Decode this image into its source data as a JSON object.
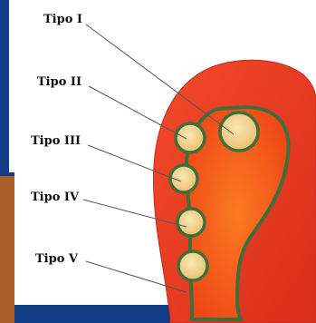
{
  "colors": {
    "frame_blue": "#133c86",
    "page_white": "#ffffff",
    "muscle_red": "#e73a20",
    "lining_green": "#3f6e3a",
    "cavity_orange": "#f25316",
    "nodule_cream": "#f2cf86",
    "wood_brown": "#a8612a",
    "label_ink": "#111111",
    "leader_gray": "#555555"
  },
  "labels": [
    {
      "text": "Tipo I"
    },
    {
      "text": "Tipo II"
    },
    {
      "text": "Tipo III"
    },
    {
      "text": "Tipo IV"
    },
    {
      "text": "Tipo V"
    }
  ]
}
